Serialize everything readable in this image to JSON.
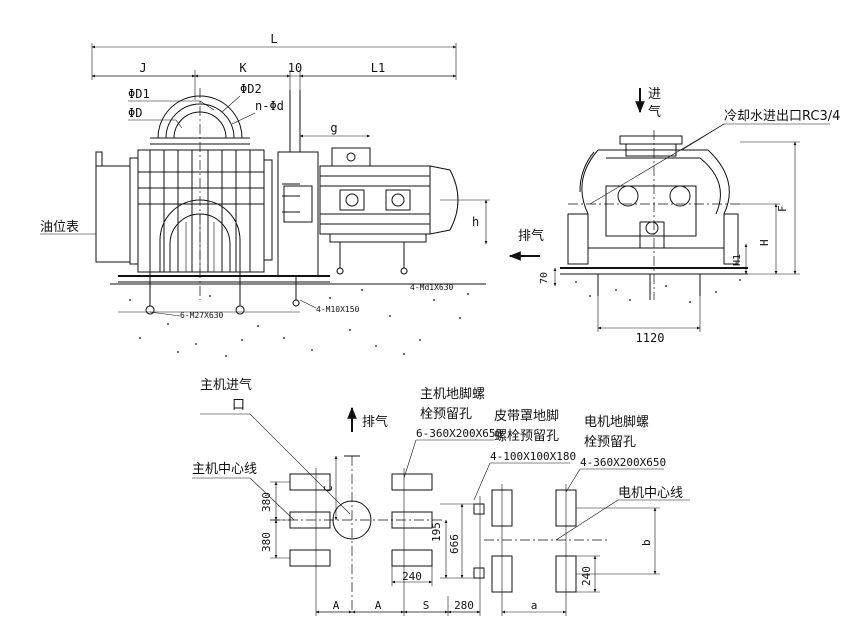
{
  "front_view": {
    "dims": {
      "L": "L",
      "J": "J",
      "K": "K",
      "ten": "10",
      "L1": "L1",
      "g": "g",
      "h": "h"
    },
    "labels": {
      "D1": "ΦD1",
      "D": "ΦD",
      "D2": "ΦD2",
      "nd": "n-Φd",
      "oil_gauge": "油位表",
      "bolt_main": "6-M27X630",
      "bolt_belt": "4-M10X150",
      "bolt_motor": "4-Md1X630"
    }
  },
  "side_view": {
    "intake": [
      "进",
      "气"
    ],
    "cooling": "冷却水进出口RC3/4",
    "exhaust": "排气",
    "dims": {
      "F": "F",
      "H": "H",
      "H1": "H1",
      "seventy": "70",
      "w1120": "1120"
    }
  },
  "plan_view": {
    "main_inlet": [
      "主机进气",
      "口"
    ],
    "exhaust": "排气",
    "main_bolt": [
      "主机地脚螺",
      "栓预留孔",
      "6-360X200X650"
    ],
    "belt_bolt": [
      "皮带罩地脚",
      "螺栓预留孔",
      "4-100X100X180"
    ],
    "motor_bolt": [
      "电机地脚螺",
      "栓预留孔",
      "4-360X200X650"
    ],
    "main_center": "主机中心线",
    "motor_center": "电机中心线",
    "dims": {
      "C": "C",
      "d380a": "380",
      "d380b": "380",
      "d195": "195",
      "d666": "666",
      "d240a": "240",
      "d240b": "240",
      "b": "b",
      "A1": "A",
      "A2": "A",
      "S": "S",
      "d280": "280",
      "a": "a"
    }
  }
}
